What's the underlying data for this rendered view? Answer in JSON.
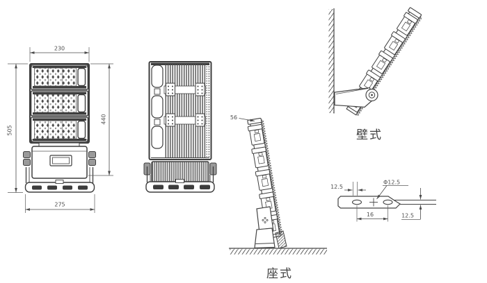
{
  "page": {
    "background": "#ffffff",
    "kind": "floodlight-dimension-drawing"
  },
  "colors": {
    "line": "#444444",
    "dim_line": "#4a4a4a",
    "dim_text": "#4f4f4f",
    "label_text": "#3f3f3f",
    "dark_fill": "#3d3d3d",
    "background": "#ffffff"
  },
  "views": {
    "front": {
      "dim_width_top": "230",
      "dim_height_left": "505",
      "dim_height_right": "440",
      "dim_width_bottom": "275"
    },
    "pedestal": {
      "label": "座式",
      "dim_edge": "56"
    },
    "wall": {
      "label": "壁式"
    },
    "bracket": {
      "dim_slot_width": "12.5",
      "dim_hole_diameter": "Φ12.5",
      "dim_hole_spacing": "16",
      "dim_plate_offset": "12.5"
    }
  }
}
